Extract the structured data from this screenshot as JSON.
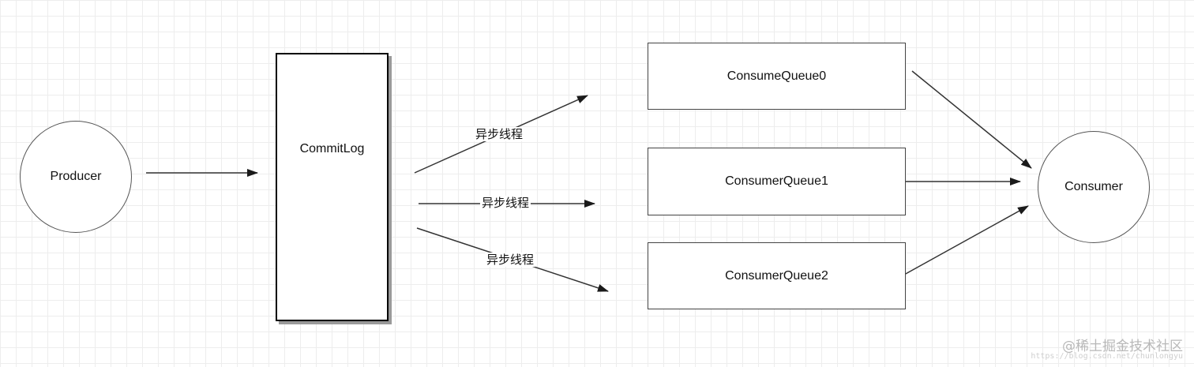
{
  "diagram": {
    "nodes": {
      "producer": "Producer",
      "commitlog": "CommitLog",
      "queue0": "ConsumeQueue0",
      "queue1": "ConsumerQueue1",
      "queue2": "ConsumerQueue2",
      "consumer": "Consumer"
    },
    "edge_labels": {
      "to_queue0": "异步线程",
      "to_queue1": "异步线程",
      "to_queue2": "异步线程"
    },
    "edges": [
      {
        "from": "producer",
        "to": "commitlog"
      },
      {
        "from": "commitlog",
        "to": "queue0",
        "label": "异步线程"
      },
      {
        "from": "commitlog",
        "to": "queue1",
        "label": "异步线程"
      },
      {
        "from": "commitlog",
        "to": "queue2",
        "label": "异步线程"
      },
      {
        "from": "queue0",
        "to": "consumer"
      },
      {
        "from": "queue1",
        "to": "consumer"
      },
      {
        "from": "queue2",
        "to": "consumer"
      }
    ]
  },
  "watermark": {
    "text": "@稀土掘金技术社区",
    "url": "https://blog.csdn.net/chunlongyu"
  },
  "colors": {
    "grid": "#ededed",
    "stroke": "#333333",
    "node_border": "#444444",
    "commitlog_border": "#000000",
    "watermark": "#b8b8b8"
  }
}
